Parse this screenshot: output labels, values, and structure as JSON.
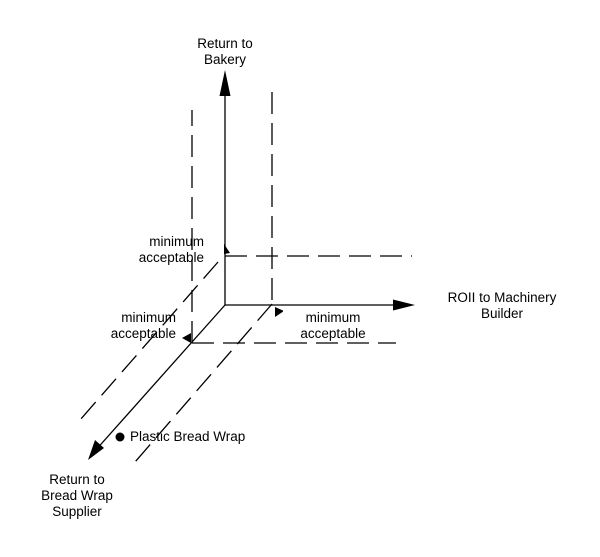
{
  "axes": {
    "vertical": {
      "line1": "Return to",
      "line2": "Bakery"
    },
    "horizontal": {
      "line1": "ROII to Machinery",
      "line2": "Builder"
    },
    "diagonal": {
      "line1": "Return to",
      "line2": "Bread Wrap",
      "line3": "Supplier"
    }
  },
  "thresholds": {
    "vertical": {
      "line1": "minimum",
      "line2": "acceptable"
    },
    "diagonal": {
      "line1": "minimum",
      "line2": "acceptable"
    },
    "horizontal": {
      "line1": "minimum",
      "line2": "acceptable"
    }
  },
  "point": {
    "label": "Plastic Bread Wrap"
  }
}
